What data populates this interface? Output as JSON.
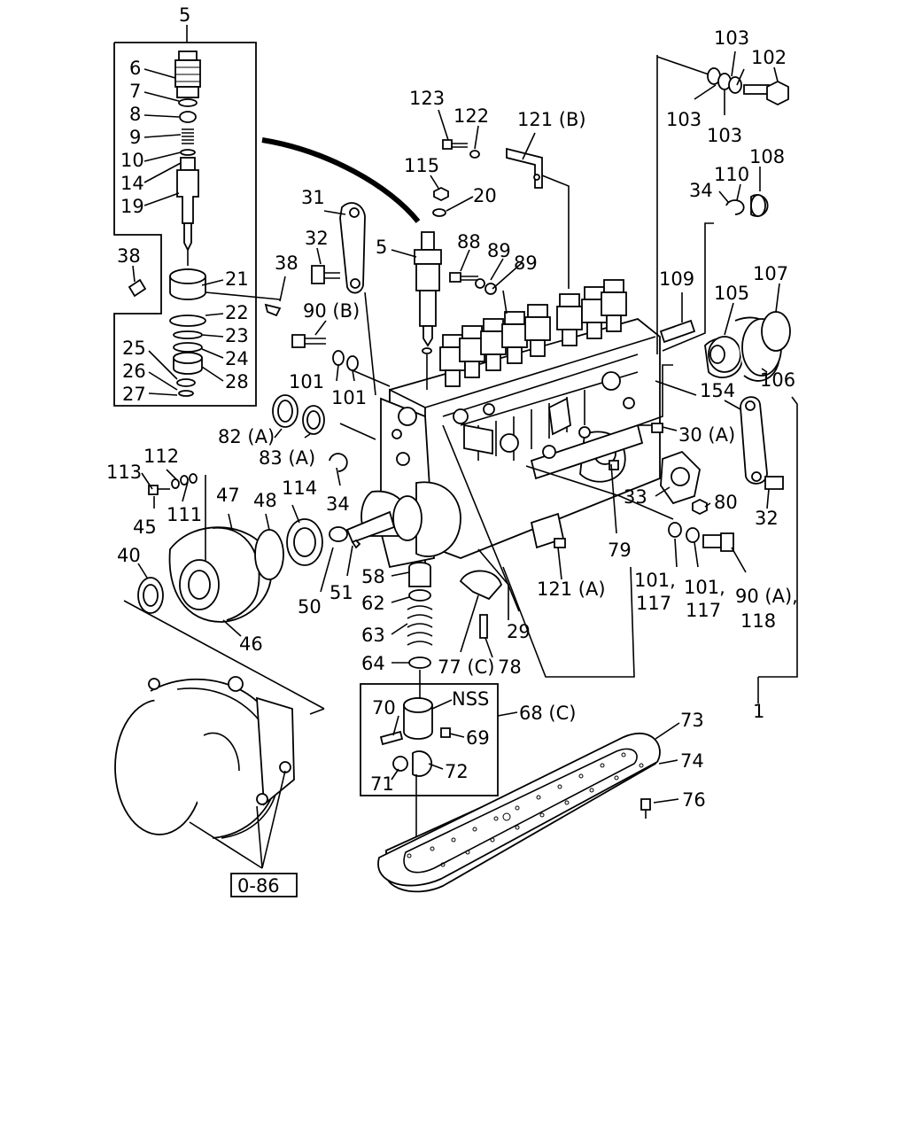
{
  "ref_label": "0-86",
  "part_labels": [
    {
      "id": "5a",
      "text": "5"
    },
    {
      "id": "6",
      "text": "6"
    },
    {
      "id": "7",
      "text": "7"
    },
    {
      "id": "8",
      "text": "8"
    },
    {
      "id": "9",
      "text": "9"
    },
    {
      "id": "10",
      "text": "10"
    },
    {
      "id": "14",
      "text": "14"
    },
    {
      "id": "19",
      "text": "19"
    },
    {
      "id": "38a",
      "text": "38"
    },
    {
      "id": "21",
      "text": "21"
    },
    {
      "id": "22",
      "text": "22"
    },
    {
      "id": "23",
      "text": "23"
    },
    {
      "id": "24",
      "text": "24"
    },
    {
      "id": "25",
      "text": "25"
    },
    {
      "id": "26",
      "text": "26"
    },
    {
      "id": "27",
      "text": "27"
    },
    {
      "id": "28",
      "text": "28"
    },
    {
      "id": "123",
      "text": "123"
    },
    {
      "id": "122",
      "text": "122"
    },
    {
      "id": "121b",
      "text": "121 (B)"
    },
    {
      "id": "115",
      "text": "115"
    },
    {
      "id": "20",
      "text": "20"
    },
    {
      "id": "31",
      "text": "31"
    },
    {
      "id": "32a",
      "text": "32"
    },
    {
      "id": "5b",
      "text": "5"
    },
    {
      "id": "88",
      "text": "88"
    },
    {
      "id": "89a",
      "text": "89"
    },
    {
      "id": "89b",
      "text": "89"
    },
    {
      "id": "38b",
      "text": "38"
    },
    {
      "id": "90b",
      "text": "90 (B)"
    },
    {
      "id": "101a",
      "text": "101"
    },
    {
      "id": "101b",
      "text": "101"
    },
    {
      "id": "103a",
      "text": "103"
    },
    {
      "id": "102",
      "text": "102"
    },
    {
      "id": "103b",
      "text": "103"
    },
    {
      "id": "103c",
      "text": "103"
    },
    {
      "id": "108",
      "text": "108"
    },
    {
      "id": "110",
      "text": "110"
    },
    {
      "id": "34a",
      "text": "34"
    },
    {
      "id": "109",
      "text": "109"
    },
    {
      "id": "107",
      "text": "107"
    },
    {
      "id": "105",
      "text": "105"
    },
    {
      "id": "106",
      "text": "106"
    },
    {
      "id": "154",
      "text": "154"
    },
    {
      "id": "30a",
      "text": "30 (A)"
    },
    {
      "id": "33",
      "text": "33"
    },
    {
      "id": "80",
      "text": "80"
    },
    {
      "id": "32b",
      "text": "32"
    },
    {
      "id": "79",
      "text": "79"
    },
    {
      "id": "101c",
      "text": "101,"
    },
    {
      "id": "117a",
      "text": "117"
    },
    {
      "id": "101d",
      "text": "101,"
    },
    {
      "id": "117b",
      "text": "117"
    },
    {
      "id": "90a",
      "text": "90 (A),"
    },
    {
      "id": "118",
      "text": "118"
    },
    {
      "id": "82a",
      "text": "82 (A)"
    },
    {
      "id": "83a",
      "text": "83 (A)"
    },
    {
      "id": "34b",
      "text": "34"
    },
    {
      "id": "112",
      "text": "112"
    },
    {
      "id": "113",
      "text": "113"
    },
    {
      "id": "111",
      "text": "111"
    },
    {
      "id": "45",
      "text": "45"
    },
    {
      "id": "47",
      "text": "47"
    },
    {
      "id": "48",
      "text": "48"
    },
    {
      "id": "114",
      "text": "114"
    },
    {
      "id": "40",
      "text": "40"
    },
    {
      "id": "46",
      "text": "46"
    },
    {
      "id": "50",
      "text": "50"
    },
    {
      "id": "51",
      "text": "51"
    },
    {
      "id": "58",
      "text": "58"
    },
    {
      "id": "62",
      "text": "62"
    },
    {
      "id": "63",
      "text": "63"
    },
    {
      "id": "64",
      "text": "64"
    },
    {
      "id": "77c",
      "text": "77 (C)"
    },
    {
      "id": "78",
      "text": "78"
    },
    {
      "id": "29",
      "text": "29"
    },
    {
      "id": "121a",
      "text": "121 (A)"
    },
    {
      "id": "nss",
      "text": "NSS"
    },
    {
      "id": "70",
      "text": "70"
    },
    {
      "id": "69",
      "text": "69"
    },
    {
      "id": "68c",
      "text": "68 (C)"
    },
    {
      "id": "71",
      "text": "71"
    },
    {
      "id": "72",
      "text": "72"
    },
    {
      "id": "73",
      "text": "73"
    },
    {
      "id": "74",
      "text": "74"
    },
    {
      "id": "76",
      "text": "76"
    },
    {
      "id": "1",
      "text": "1"
    }
  ]
}
